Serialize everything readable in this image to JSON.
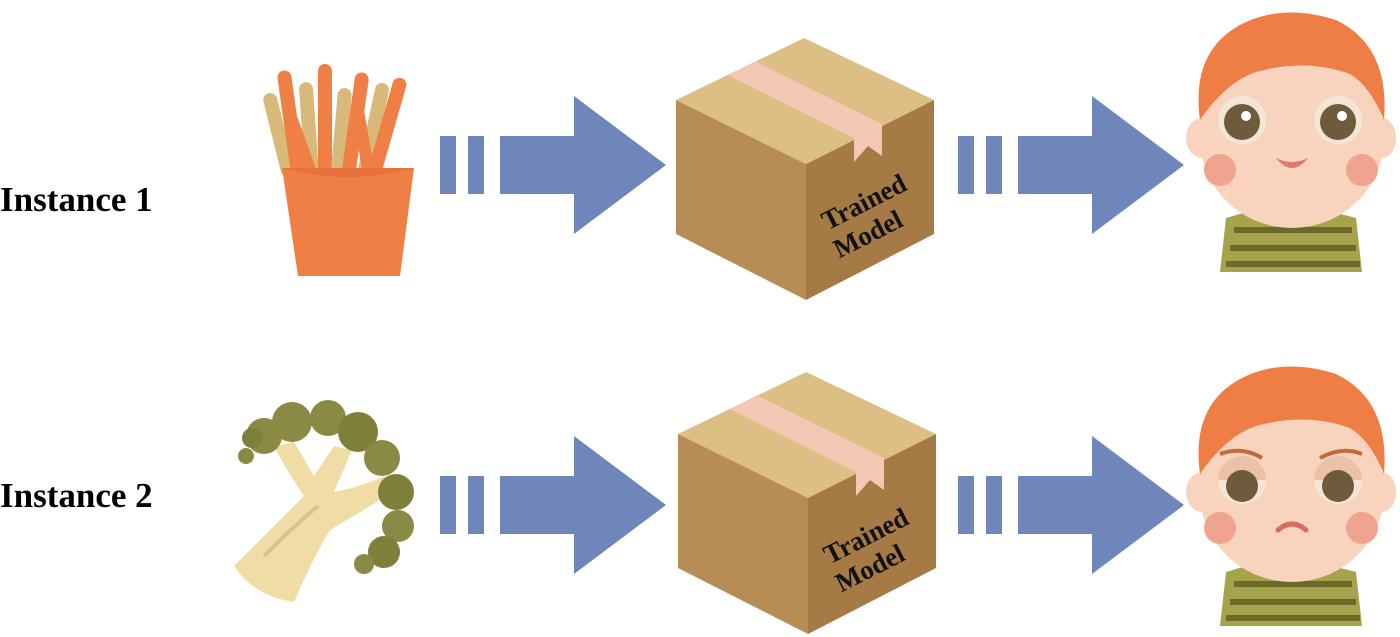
{
  "instances": [
    {
      "label": "Instance 1",
      "input_icon": "french-fries-icon",
      "model_text": [
        "Trained",
        "Model"
      ],
      "output_icon": "happy-child-face-icon",
      "output_mood": "happy"
    },
    {
      "label": "Instance 2",
      "input_icon": "broccoli-icon",
      "model_text": [
        "Trained",
        "Model"
      ],
      "output_icon": "sad-child-face-icon",
      "output_mood": "sad"
    }
  ],
  "colors": {
    "arrow": "#6e86b9",
    "box_front": "#b88d55",
    "box_top": "#dcbf85",
    "box_side": "#9a7540",
    "tape": "#f3c9b5",
    "fries_carton": "#ef7f45",
    "broccoli_head": "#8a8a45",
    "hair": "#ee7e45",
    "skin": "#f8d3bd",
    "shirt": "#a7a34c"
  }
}
